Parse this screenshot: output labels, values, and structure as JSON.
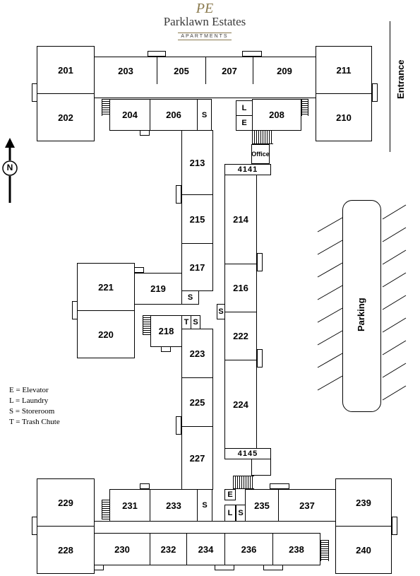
{
  "logo": {
    "monogram": "PE",
    "name": "Parklawn Estates",
    "subtitle": "APARTMENTS"
  },
  "entrance_label": "Entrance",
  "parking_label": "Parking",
  "north_label": "N",
  "office_label": "Office",
  "building_labels": {
    "upper": "4141",
    "lower": "4145"
  },
  "utility": {
    "s": "S",
    "l": "L",
    "e": "E",
    "t": "T"
  },
  "legend": [
    "E = Elevator",
    "L = Laundry",
    "S = Storeroom",
    "T = Trash Chute"
  ],
  "units": {
    "201": "201",
    "202": "202",
    "203": "203",
    "204": "204",
    "205": "205",
    "206": "206",
    "207": "207",
    "208": "208",
    "209": "209",
    "210": "210",
    "211": "211",
    "213": "213",
    "214": "214",
    "215": "215",
    "216": "216",
    "217": "217",
    "218": "218",
    "219": "219",
    "220": "220",
    "221": "221",
    "222": "222",
    "223": "223",
    "224": "224",
    "225": "225",
    "227": "227",
    "228": "228",
    "229": "229",
    "230": "230",
    "231": "231",
    "232": "232",
    "233": "233",
    "234": "234",
    "235": "235",
    "236": "236",
    "237": "237",
    "238": "238",
    "239": "239",
    "240": "240"
  }
}
